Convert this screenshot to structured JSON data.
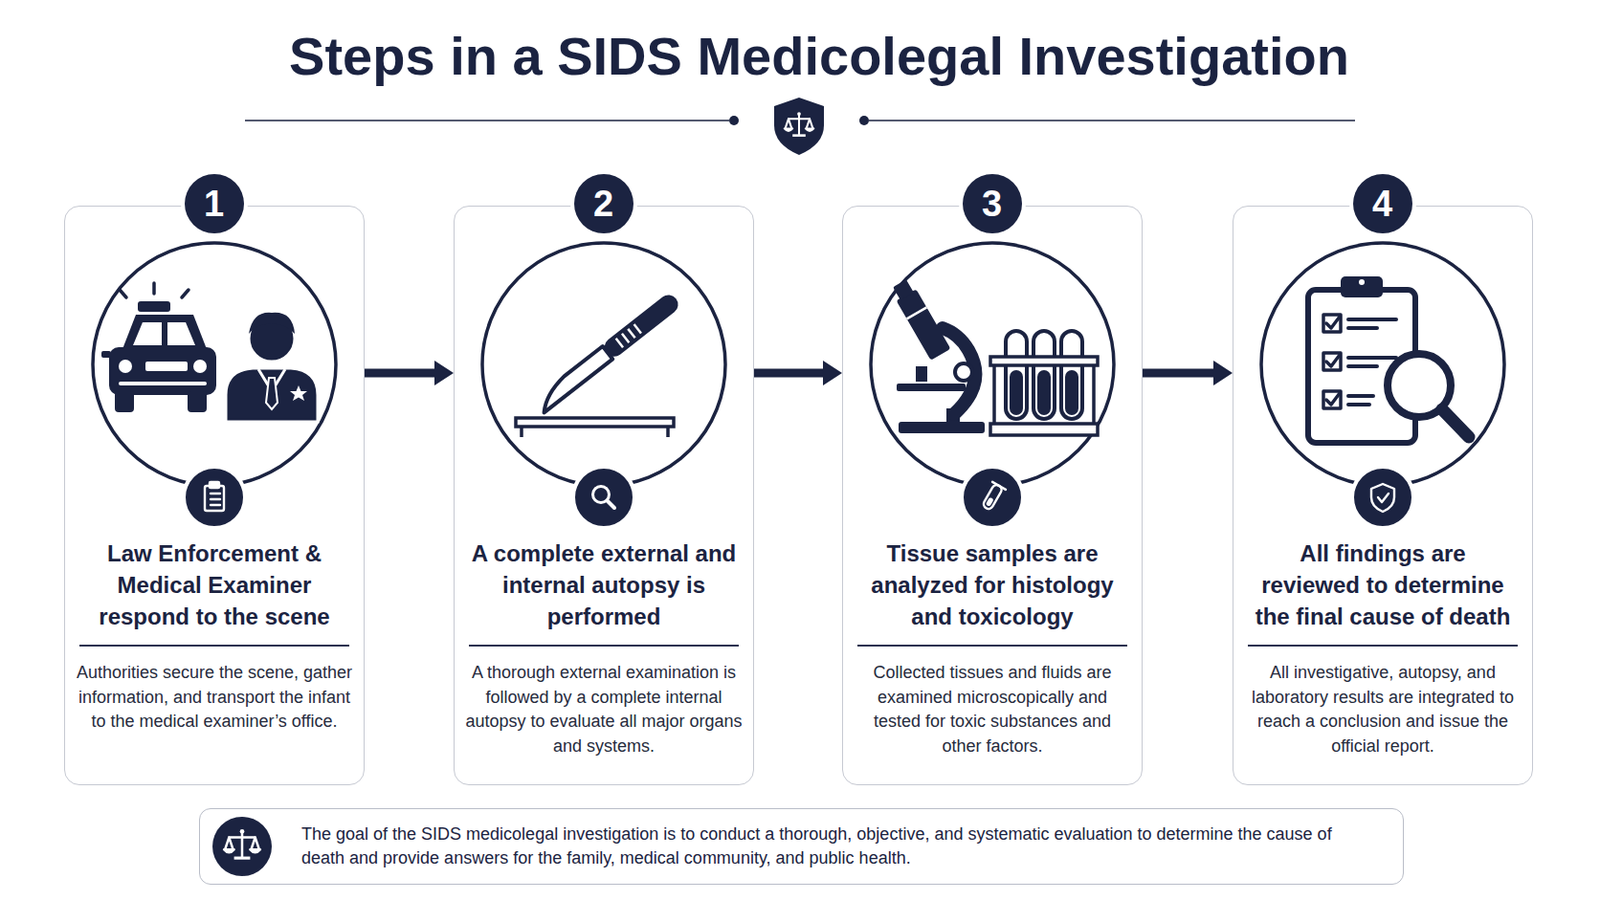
{
  "diagram": {
    "title": "Steps in a SIDS Medicolegal Investigation",
    "nodes": [
      {
        "text": [
          "Law Enforcement & Medical Examiner respond to the scene",
          "Authorities secure the scene, gather information, and transport the infant to the medical examiner’s office."
        ]
      },
      {
        "text": [
          "1"
        ],
        "in": 0
      },
      {
        "text": [
          "A complete external and internal autopsy is performed",
          "A thorough external examination is followed by a complete internal autopsy to evaluate all major organs and systems."
        ]
      },
      {
        "text": [
          "2"
        ],
        "in": 2
      },
      {
        "text": [
          "Tissue samples are analyzed for histology and toxicology",
          "Collected tissues and fluids are examined microscopically and tested for toxic substances and other factors."
        ]
      },
      {
        "text": [
          "3"
        ],
        "in": 4
      },
      {
        "text": [
          "All findings are reviewed to determine the final cause of death",
          "All investigative, autopsy, and laboratory results are integrated to reach a conclusion and issue the official report."
        ]
      },
      {
        "text": [
          "4"
        ],
        "in": 6
      },
      {
        "text": [
          "The goal of the SIDS medicolegal investigation is to conduct a thorough, objective, and systematic evaluation to determine the cause of death and provide answers for the family, medical community, and public health."
        ]
      }
    ],
    "edges": [
      {
        "from": 0,
        "to": 2,
        "arrow": "to"
      },
      {
        "from": 2,
        "to": 4,
        "arrow": "to"
      },
      {
        "from": 4,
        "to": 6,
        "arrow": "to"
      }
    ]
  }
}
